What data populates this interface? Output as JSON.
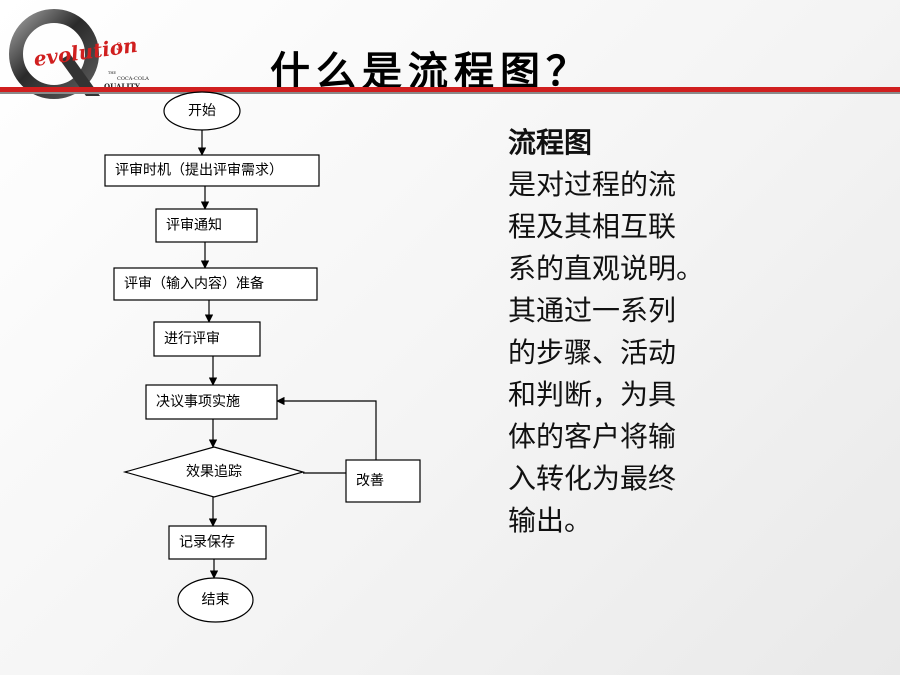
{
  "logo": {
    "wordmark": "evolution",
    "superscript": "3",
    "the": "THE",
    "brand": "COCA-COLA",
    "quality": "QUALITY"
  },
  "title": "什么是流程图？",
  "flowchart": {
    "nodes": [
      {
        "id": "start",
        "label": "开始",
        "shape": "ellipse"
      },
      {
        "id": "timing",
        "label": "评审时机（提出评审需求）",
        "shape": "process"
      },
      {
        "id": "notice",
        "label": "评审通知",
        "shape": "process"
      },
      {
        "id": "prepare",
        "label": "评审（输入内容）准备",
        "shape": "process"
      },
      {
        "id": "review",
        "label": "进行评审",
        "shape": "process"
      },
      {
        "id": "implement",
        "label": "决议事项实施",
        "shape": "process"
      },
      {
        "id": "track",
        "label": "效果追踪",
        "shape": "decision"
      },
      {
        "id": "improve",
        "label": "改善",
        "shape": "process"
      },
      {
        "id": "record",
        "label": "记录保存",
        "shape": "process"
      },
      {
        "id": "end",
        "label": "结束",
        "shape": "ellipse"
      }
    ],
    "edges": [
      {
        "from": "start",
        "to": "timing"
      },
      {
        "from": "timing",
        "to": "notice"
      },
      {
        "from": "notice",
        "to": "prepare"
      },
      {
        "from": "prepare",
        "to": "review"
      },
      {
        "from": "review",
        "to": "implement"
      },
      {
        "from": "implement",
        "to": "track"
      },
      {
        "from": "track",
        "to": "improve"
      },
      {
        "from": "improve",
        "to": "implement"
      },
      {
        "from": "track",
        "to": "record"
      },
      {
        "from": "record",
        "to": "end"
      }
    ]
  },
  "description": {
    "heading": "流程图",
    "lines": [
      "是对过程的流",
      "程及其相互联",
      "系的直观说明。",
      "其通过一系列",
      "的步骤、活动",
      "和判断，为具",
      "体的客户将输",
      "入转化为最终",
      "输出。"
    ]
  },
  "colors": {
    "accent_red": "#d01f1f",
    "divider_grey": "#8a8a8a",
    "ink": "#000000"
  }
}
